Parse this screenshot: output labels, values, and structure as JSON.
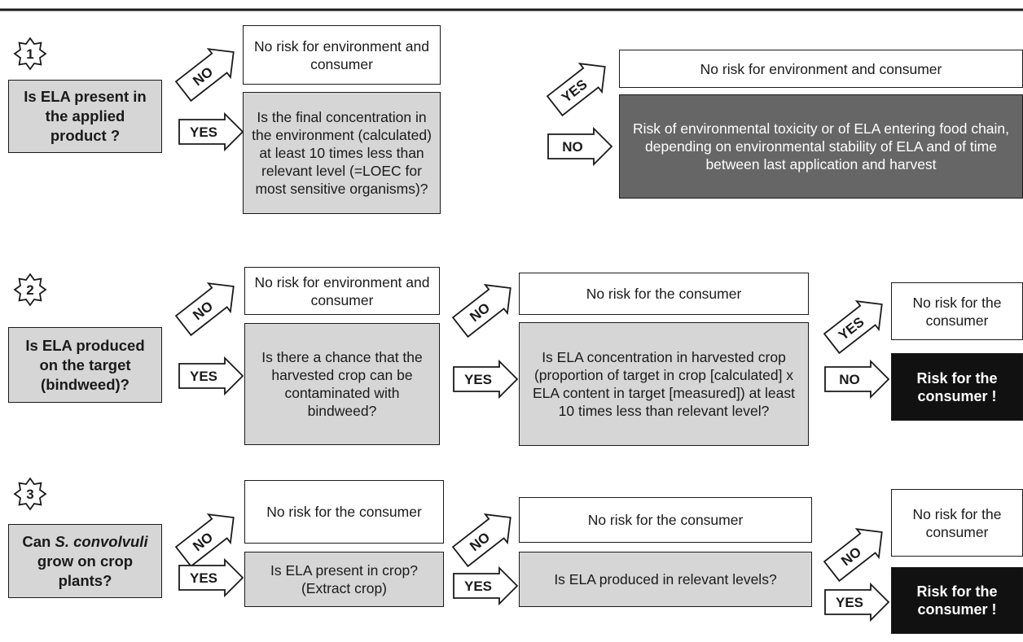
{
  "sections": [
    {
      "number": "1",
      "question": "Is ELA present in the applied product ?",
      "no_outcome": "No risk for environment and consumer",
      "yes_step": "Is the final concentration in the environment (calculated) at least 10 times less than relevant level (=LOEC for most sensitive organisms)?",
      "yes_outcome": "No risk for environment and consumer",
      "no_outcome_2": "Risk of environmental toxicity or of ELA entering food chain, depending on environmental stability of ELA and of time between last application and harvest"
    },
    {
      "number": "2",
      "question": "Is ELA produced on the target (bindweed)?",
      "no_outcome": "No risk for environment and consumer",
      "yes_step": "Is there a chance that the harvested crop can be contaminated with bindweed?",
      "no_outcome_2": "No risk for the consumer",
      "yes_step_2": "Is ELA concentration in harvested crop (proportion of target in crop [calculated] x ELA content in target [measured]) at least 10 times less than relevant level?",
      "yes_outcome": "No risk for the consumer",
      "no_outcome_3": "Risk for the consumer !"
    },
    {
      "number": "3",
      "question_pre": "Can ",
      "question_italic": "S. convolvuli",
      "question_post": " grow on crop plants?",
      "no_outcome": "No risk for the consumer",
      "yes_step": "Is ELA  present in crop? (Extract crop)",
      "no_outcome_2": "No risk for the consumer",
      "yes_step_2": "Is ELA produced in relevant levels?",
      "no_outcome_3": "No risk for the consumer",
      "yes_outcome": "Risk for the consumer !"
    }
  ],
  "labels": {
    "yes": "YES",
    "no": "NO"
  },
  "colors": {
    "light": "#d6d6d6",
    "dark": "#666666",
    "black": "#111111"
  }
}
